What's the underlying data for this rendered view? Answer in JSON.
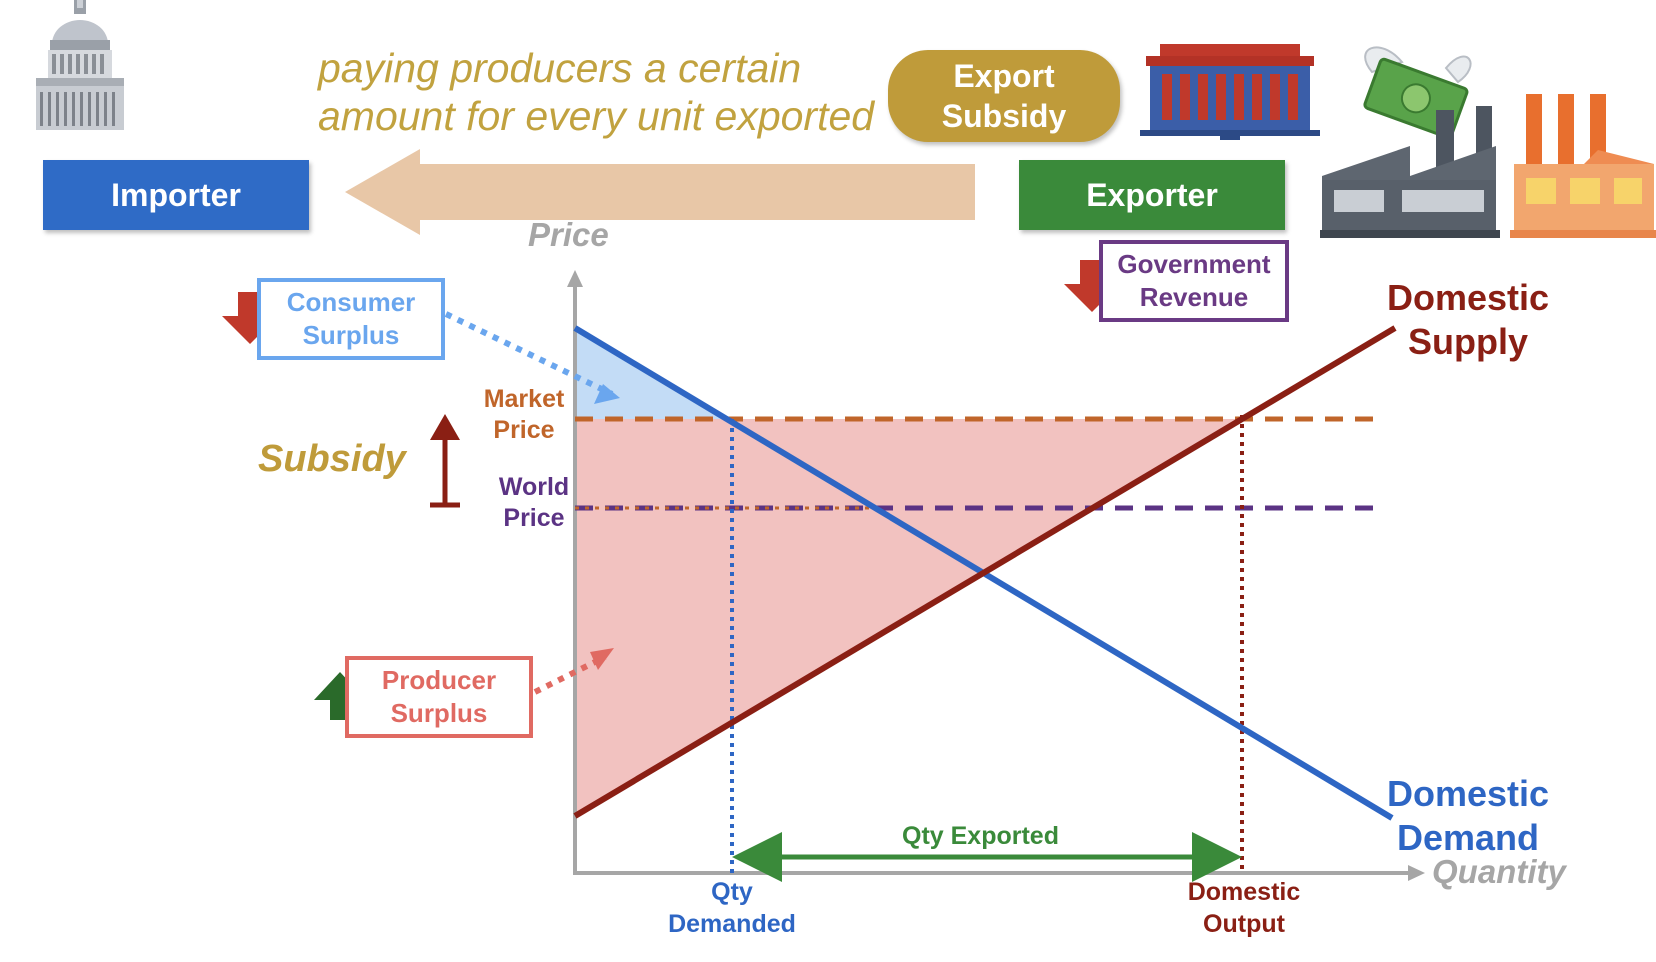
{
  "tagline": "paying producers a certain amount for every unit exported",
  "importer_label": "Importer",
  "exporter_label": "Exporter",
  "export_subsidy_label": [
    "Export",
    "Subsidy"
  ],
  "axes": {
    "y_label": "Price",
    "x_label": "Quantity"
  },
  "price_labels": {
    "market": [
      "Market",
      "Price"
    ],
    "world": [
      "World",
      "Price"
    ]
  },
  "quantity_labels": {
    "qty_demanded": [
      "Qty",
      "Demanded"
    ],
    "domestic_output": [
      "Domestic",
      "Output"
    ]
  },
  "qty_exported_label": "Qty Exported",
  "subsidy_label": "Subsidy",
  "consumer_surplus_label": [
    "Consumer",
    "Surplus"
  ],
  "producer_surplus_label": [
    "Producer",
    "Surplus"
  ],
  "government_revenue_label": [
    "Government",
    "Revenue"
  ],
  "curve_labels": {
    "supply": [
      "Domestic",
      "Supply"
    ],
    "demand": [
      "Domestic",
      "Demand"
    ]
  },
  "icons": {
    "capitol": "capitol-building-icon",
    "government_building": "government-building-icon",
    "factory": "factory-icon",
    "flying_money": "flying-money-icon",
    "consumer_down": "arrow-down-icon",
    "producer_up": "arrow-up-icon",
    "government_down": "arrow-down-icon"
  },
  "colors": {
    "importer": "#2f6bc6",
    "exporter": "#3a8a3a",
    "export_subsidy": "#bf9b3a",
    "tagline": "#c1a23f",
    "demand": "#2e66c4",
    "supply": "#8a1f14",
    "market_price": "#c0652a",
    "world_price": "#5b3384",
    "consumer_surplus": "#6aa6ee",
    "producer_surplus": "#e06a62",
    "government_revenue": "#6a3a84",
    "qty_exported": "#3a8a3a",
    "axis": "#a6a6a6",
    "arrow_flow": "#e8c7a7"
  }
}
